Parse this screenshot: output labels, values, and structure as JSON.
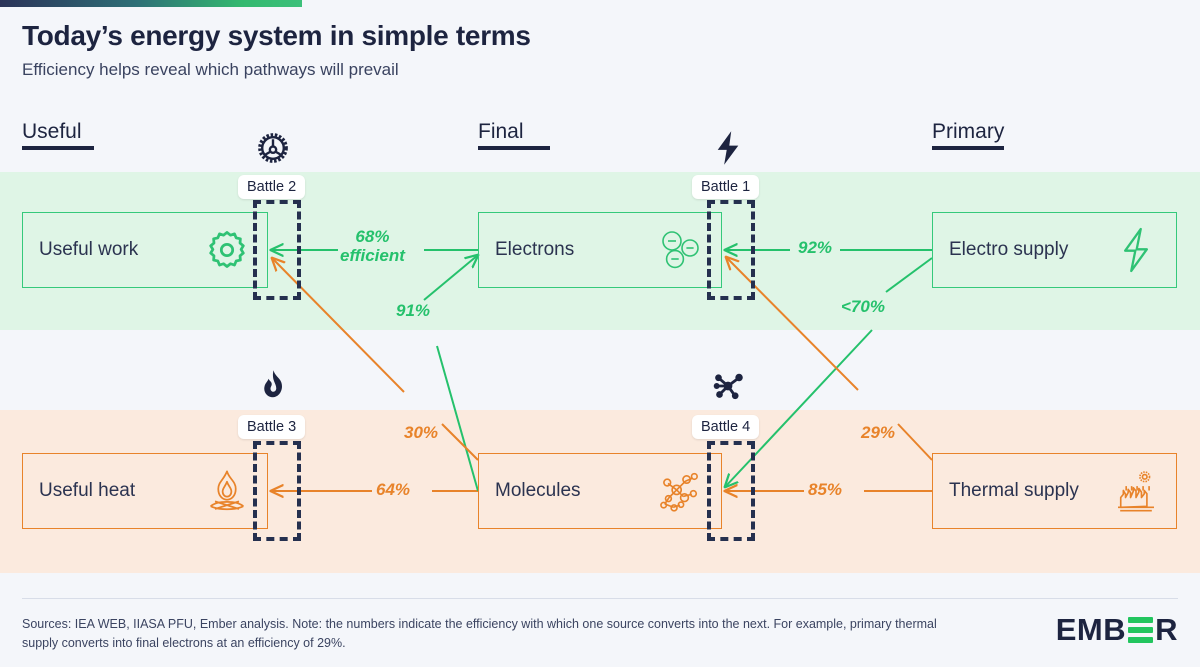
{
  "header": {
    "title": "Today’s energy system in simple terms",
    "subtitle": "Efficiency helps reveal which pathways will prevail"
  },
  "columns": [
    {
      "label": "Useful",
      "icon": "gear-icon"
    },
    {
      "label": "Final",
      "icon": "bolt-icon"
    },
    {
      "label": "Primary",
      "icon": "molecule-icon"
    }
  ],
  "bands": {
    "electricity": {
      "color": "#dff5e6",
      "accent": "#35c97b"
    },
    "thermal": {
      "color": "#fbeade",
      "accent": "#e8832a"
    }
  },
  "nodes": [
    {
      "id": "useful-work",
      "label": "Useful work",
      "icon": "gear-outline-icon",
      "stream": "electricity",
      "column": "useful"
    },
    {
      "id": "electrons",
      "label": "Electrons",
      "icon": "electrons-icon",
      "stream": "electricity",
      "column": "final"
    },
    {
      "id": "electro",
      "label": "Electro supply",
      "icon": "lightning-outline-icon",
      "stream": "electricity",
      "column": "primary"
    },
    {
      "id": "useful-heat",
      "label": "Useful heat",
      "icon": "campfire-icon",
      "stream": "thermal",
      "column": "useful"
    },
    {
      "id": "molecules",
      "label": "Molecules",
      "icon": "molecules-icon",
      "stream": "thermal",
      "column": "final"
    },
    {
      "id": "thermal",
      "label": "Thermal supply",
      "icon": "power-plant-icon",
      "stream": "thermal",
      "column": "primary"
    }
  ],
  "battles": [
    {
      "id": "battle-1",
      "label": "Battle 1",
      "icon": "bolt-icon",
      "at": "electrons-right"
    },
    {
      "id": "battle-2",
      "label": "Battle 2",
      "icon": "gear-icon",
      "at": "useful-work-right"
    },
    {
      "id": "battle-3",
      "label": "Battle 3",
      "icon": "flame-icon",
      "at": "useful-heat-right"
    },
    {
      "id": "battle-4",
      "label": "Battle 4",
      "icon": "molecule-icon",
      "at": "molecules-right"
    }
  ],
  "flows": [
    {
      "id": "f-68",
      "from": "electrons",
      "to": "useful-work",
      "value": 68,
      "label": "68%\nefficient",
      "label_line1": "68%",
      "label_line2": "efficient",
      "color": "green"
    },
    {
      "id": "f-92",
      "from": "electro",
      "to": "electrons",
      "value": 92,
      "label": "92%",
      "color": "green"
    },
    {
      "id": "f-91",
      "from": "molecules",
      "to": "electrons",
      "value": 91,
      "label": "91%",
      "color": "green"
    },
    {
      "id": "f-70",
      "from": "electro",
      "to": "molecules",
      "value": 70,
      "label": "<70%",
      "color": "green"
    },
    {
      "id": "f-30",
      "from": "molecules",
      "to": "useful-work",
      "value": 30,
      "label": "30%",
      "color": "orange"
    },
    {
      "id": "f-29",
      "from": "thermal",
      "to": "electrons",
      "value": 29,
      "label": "29%",
      "color": "orange"
    },
    {
      "id": "f-64",
      "from": "molecules",
      "to": "useful-heat",
      "value": 64,
      "label": "64%",
      "color": "orange"
    },
    {
      "id": "f-85",
      "from": "thermal",
      "to": "molecules",
      "value": 85,
      "label": "85%",
      "color": "orange"
    }
  ],
  "footer": {
    "sources": "Sources: IEA WEB, IIASA PFU, Ember analysis. Note: the numbers indicate the efficiency with which one source converts into the next. For example, primary thermal supply converts into final electrons at an efficiency of 29%.",
    "logo_text_1": "EMB",
    "logo_text_2": "R"
  },
  "chart_data": {
    "type": "diagram",
    "title": "Today’s energy system in simple terms",
    "subtitle": "Efficiency helps reveal which pathways will prevail",
    "stages": [
      "Useful",
      "Final",
      "Primary"
    ],
    "categories": [
      "Useful work",
      "Electrons",
      "Electro supply",
      "Useful heat",
      "Molecules",
      "Thermal supply"
    ],
    "values": [
      68,
      92,
      91,
      70,
      30,
      29,
      64,
      85
    ],
    "edges": [
      {
        "source": "Electro supply",
        "target": "Electrons",
        "efficiency_pct": 92,
        "display": "92%",
        "stream": "electricity"
      },
      {
        "source": "Electrons",
        "target": "Useful work",
        "efficiency_pct": 68,
        "display": "68% efficient",
        "stream": "electricity"
      },
      {
        "source": "Molecules",
        "target": "Electrons",
        "efficiency_pct": 91,
        "display": "91%",
        "stream": "electricity"
      },
      {
        "source": "Electro supply",
        "target": "Molecules",
        "efficiency_pct": 70,
        "display": "<70%",
        "stream": "electricity"
      },
      {
        "source": "Molecules",
        "target": "Useful work",
        "efficiency_pct": 30,
        "display": "30%",
        "stream": "thermal"
      },
      {
        "source": "Thermal supply",
        "target": "Electrons",
        "efficiency_pct": 29,
        "display": "29%",
        "stream": "thermal"
      },
      {
        "source": "Molecules",
        "target": "Useful heat",
        "efficiency_pct": 64,
        "display": "64%",
        "stream": "thermal"
      },
      {
        "source": "Thermal supply",
        "target": "Molecules",
        "efficiency_pct": 85,
        "display": "85%",
        "stream": "thermal"
      }
    ],
    "annotations": [
      "Battle 1",
      "Battle 2",
      "Battle 3",
      "Battle 4"
    ],
    "legend": []
  }
}
